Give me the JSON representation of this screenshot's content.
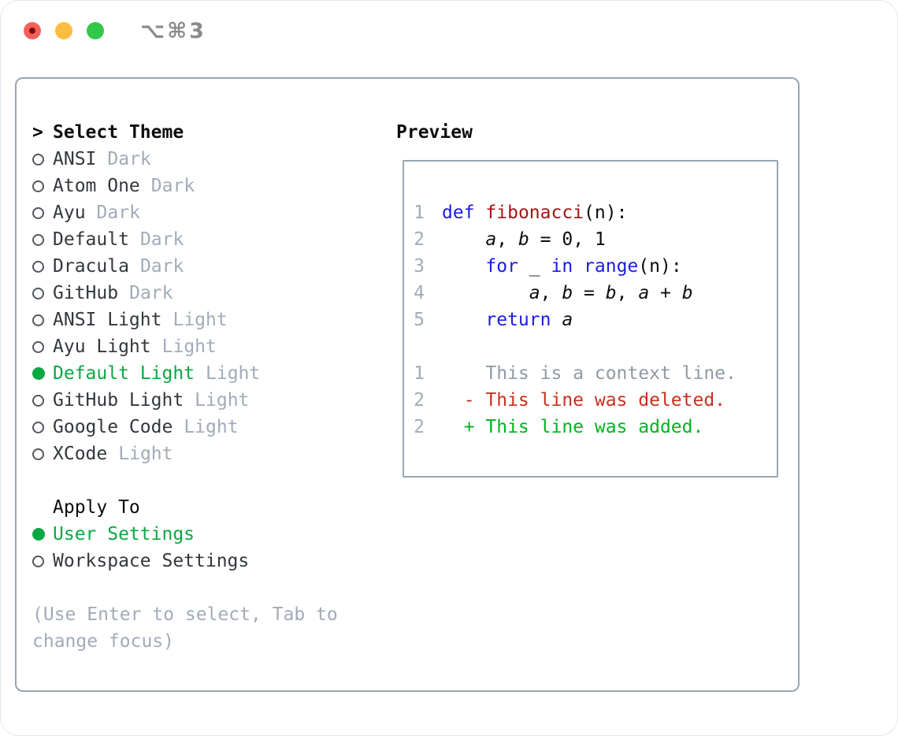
{
  "window": {
    "shortcut_label": "⌥⌘3",
    "traffic_lights": [
      {
        "name": "close-button",
        "color": "#f4615a"
      },
      {
        "name": "minimize-button",
        "color": "#fbbd40"
      },
      {
        "name": "maximize-button",
        "color": "#32c748"
      }
    ]
  },
  "theme_panel": {
    "prompt": ">",
    "title": "Select Theme",
    "themes": [
      {
        "name": "ANSI",
        "variant": "Dark",
        "selected": false
      },
      {
        "name": "Atom One",
        "variant": "Dark",
        "selected": false
      },
      {
        "name": "Ayu",
        "variant": "Dark",
        "selected": false
      },
      {
        "name": "Default",
        "variant": "Dark",
        "selected": false
      },
      {
        "name": "Dracula",
        "variant": "Dark",
        "selected": false
      },
      {
        "name": "GitHub",
        "variant": "Dark",
        "selected": false
      },
      {
        "name": "ANSI Light",
        "variant": "Light",
        "selected": false
      },
      {
        "name": "Ayu Light",
        "variant": "Light",
        "selected": false
      },
      {
        "name": "Default Light",
        "variant": "Light",
        "selected": true
      },
      {
        "name": "GitHub Light",
        "variant": "Light",
        "selected": false
      },
      {
        "name": "Google Code",
        "variant": "Light",
        "selected": false
      },
      {
        "name": "XCode",
        "variant": "Light",
        "selected": false
      }
    ],
    "apply_to": {
      "title": "Apply To",
      "options": [
        {
          "label": "User Settings",
          "selected": true
        },
        {
          "label": "Workspace Settings",
          "selected": false
        }
      ]
    },
    "help_text": "(Use Enter to select, Tab to change focus)"
  },
  "preview": {
    "title": "Preview",
    "code_lines": [
      {
        "num": "1",
        "tokens": [
          [
            "kw",
            "def"
          ],
          [
            "pl",
            " "
          ],
          [
            "fn",
            "fibonacci"
          ],
          [
            "pl",
            "(n):"
          ]
        ]
      },
      {
        "num": "2",
        "tokens": [
          [
            "pl",
            "    "
          ],
          [
            "var",
            "a"
          ],
          [
            "pl",
            ", "
          ],
          [
            "var",
            "b"
          ],
          [
            "pl",
            " = 0, 1"
          ]
        ]
      },
      {
        "num": "3",
        "tokens": [
          [
            "pl",
            "    "
          ],
          [
            "kw",
            "for"
          ],
          [
            "pl",
            " _ "
          ],
          [
            "kw",
            "in"
          ],
          [
            "pl",
            " "
          ],
          [
            "kw",
            "range"
          ],
          [
            "pl",
            "(n):"
          ]
        ]
      },
      {
        "num": "4",
        "tokens": [
          [
            "pl",
            "        "
          ],
          [
            "var",
            "a"
          ],
          [
            "pl",
            ", "
          ],
          [
            "var",
            "b"
          ],
          [
            "pl",
            " = "
          ],
          [
            "var",
            "b"
          ],
          [
            "pl",
            ", "
          ],
          [
            "var",
            "a"
          ],
          [
            "pl",
            " + "
          ],
          [
            "var",
            "b"
          ]
        ]
      },
      {
        "num": "5",
        "tokens": [
          [
            "pl",
            "    "
          ],
          [
            "kw",
            "return"
          ],
          [
            "pl",
            " "
          ],
          [
            "var",
            "a"
          ]
        ]
      }
    ],
    "diff_lines": [
      {
        "num": "1",
        "type": "context",
        "text": "    This is a context line."
      },
      {
        "num": "2",
        "type": "deleted",
        "text": "  - This line was deleted."
      },
      {
        "num": "2",
        "type": "added",
        "text": "  + This line was added."
      }
    ]
  },
  "colors": {
    "accent_green": "#0aa843",
    "added_green": "#00b321",
    "deleted_red": "#c7301e",
    "keyword_blue": "#1b1be6",
    "function_red": "#a31515",
    "border_gray": "#9aa5b1",
    "muted_gray": "#a2abb8",
    "context_gray": "#8f99a5",
    "text_dark": "#33373d",
    "traffic_red": "#f4615a",
    "traffic_yellow": "#fbbd40",
    "traffic_green": "#32c748"
  }
}
